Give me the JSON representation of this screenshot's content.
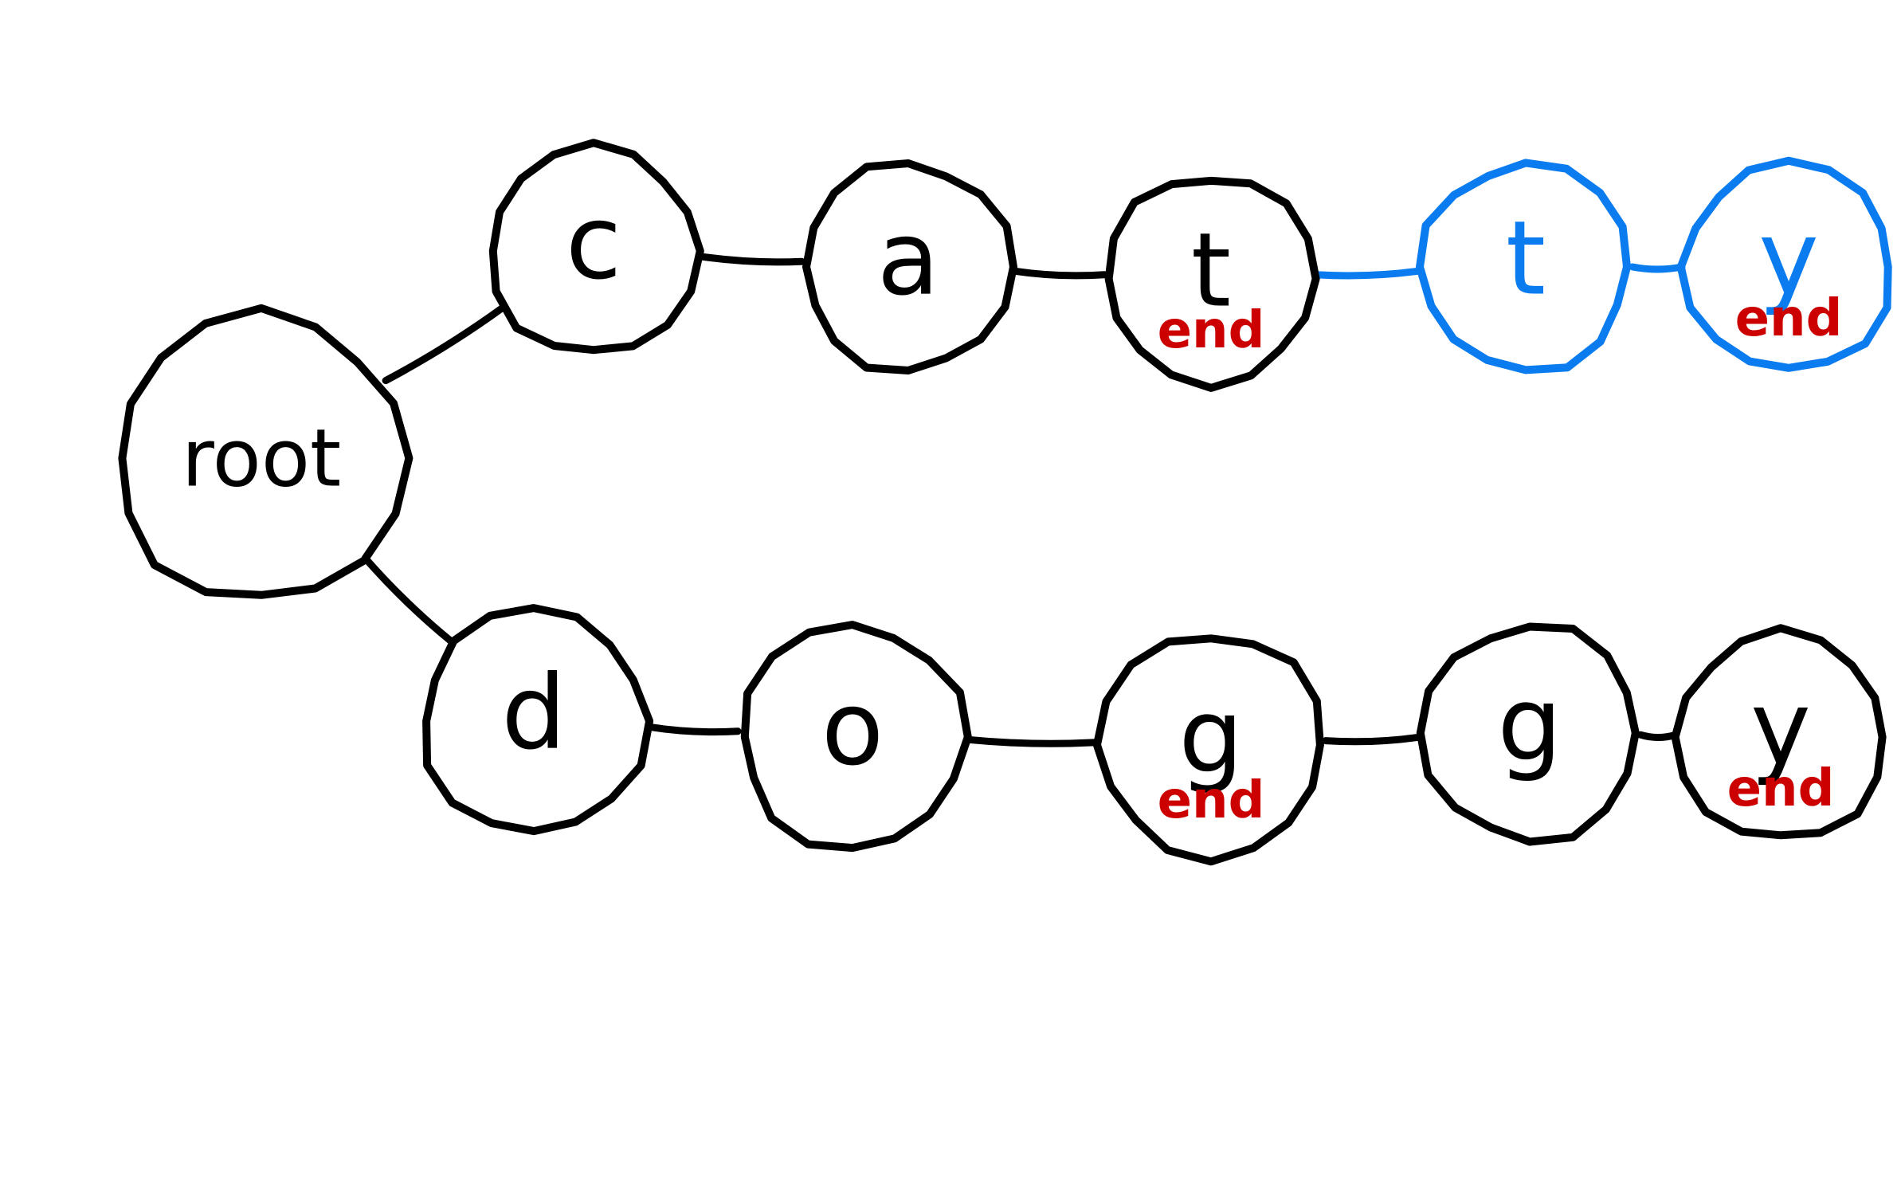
{
  "colors": {
    "background": "#ffffff",
    "ink": "#000000",
    "end_marker": "#cc0000",
    "highlight": "#0a7cf0"
  },
  "trie": {
    "root": {
      "id": "root",
      "label": "root"
    },
    "nodes": [
      {
        "id": "c",
        "label": "c",
        "word_end": false,
        "highlighted": false,
        "end_label": ""
      },
      {
        "id": "a",
        "label": "a",
        "word_end": false,
        "highlighted": false,
        "end_label": ""
      },
      {
        "id": "t1",
        "label": "t",
        "word_end": true,
        "highlighted": false,
        "end_label": "end"
      },
      {
        "id": "t2",
        "label": "t",
        "word_end": false,
        "highlighted": true,
        "end_label": ""
      },
      {
        "id": "y1",
        "label": "y",
        "word_end": true,
        "highlighted": true,
        "end_label": "end"
      },
      {
        "id": "d",
        "label": "d",
        "word_end": false,
        "highlighted": false,
        "end_label": ""
      },
      {
        "id": "o",
        "label": "o",
        "word_end": false,
        "highlighted": false,
        "end_label": ""
      },
      {
        "id": "g1",
        "label": "g",
        "word_end": true,
        "highlighted": false,
        "end_label": "end"
      },
      {
        "id": "g2",
        "label": "g",
        "word_end": false,
        "highlighted": false,
        "end_label": ""
      },
      {
        "id": "y2",
        "label": "y",
        "word_end": true,
        "highlighted": false,
        "end_label": "end"
      }
    ],
    "edges": [
      {
        "from": "root",
        "to": "c",
        "highlighted": false
      },
      {
        "from": "c",
        "to": "a",
        "highlighted": false
      },
      {
        "from": "a",
        "to": "t1",
        "highlighted": false
      },
      {
        "from": "t1",
        "to": "t2",
        "highlighted": true
      },
      {
        "from": "t2",
        "to": "y1",
        "highlighted": true
      },
      {
        "from": "root",
        "to": "d",
        "highlighted": false
      },
      {
        "from": "d",
        "to": "o",
        "highlighted": false
      },
      {
        "from": "o",
        "to": "g1",
        "highlighted": false
      },
      {
        "from": "g1",
        "to": "g2",
        "highlighted": false
      },
      {
        "from": "g2",
        "to": "y2",
        "highlighted": false
      }
    ]
  }
}
